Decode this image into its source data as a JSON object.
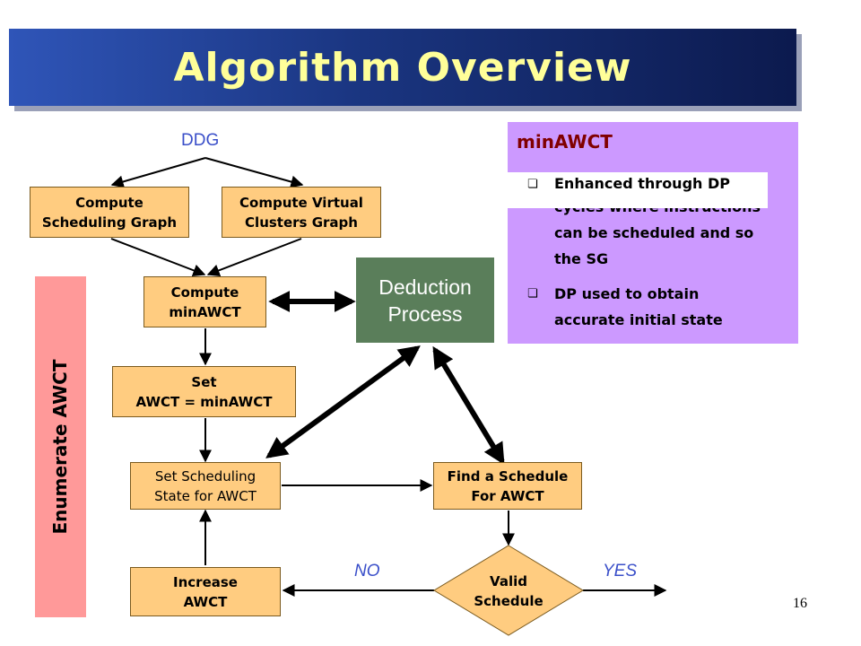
{
  "slide": {
    "title": "Algorithm Overview",
    "page_number": "16"
  },
  "diagram": {
    "start_label": "DDG",
    "nodes": {
      "compute_sg": "Compute\nScheduling Graph",
      "compute_vcg": "Compute Virtual\nClusters Graph",
      "compute_minawct": "Compute\nminAWCT",
      "set_awct": "Set\nAWCT = minAWCT",
      "set_state": "Set Scheduling\nState for AWCT",
      "find_schedule": "Find a Schedule\nFor AWCT",
      "increase_awct": "Increase\nAWCT",
      "valid_schedule": "Valid\nSchedule",
      "deduction": "Deduction\nProcess"
    },
    "edge_labels": {
      "no": "NO",
      "yes": "YES"
    },
    "loop_label": "Enumerate AWCT"
  },
  "info_panel": {
    "title": "minAWCT",
    "bullet_1_visible": "Enhanced through DP",
    "bullet_1_hidden": "cycles where instructions\ncan be scheduled and so\nthe SG",
    "bullet_2": "DP used to obtain\naccurate initial state"
  },
  "colors": {
    "title_text": "#ffff99",
    "title_bar": "#1a3580",
    "box_fill": "#ffcc80",
    "deduction_fill": "#5a7e5a",
    "info_panel": "#cc99ff",
    "loop_panel": "#ff9999",
    "label_blue": "#3a4fc9"
  }
}
